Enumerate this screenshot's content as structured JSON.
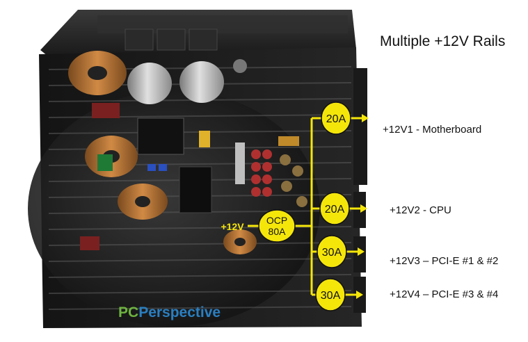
{
  "title": "Multiple +12V Rails",
  "source": {
    "label": "+12V"
  },
  "ocp": {
    "line1": "OCP",
    "line2": "80A"
  },
  "rails": [
    {
      "amps": "20A",
      "label": "+12V1 - Motherboard"
    },
    {
      "amps": "20A",
      "label": "+12V2 - CPU"
    },
    {
      "amps": "30A",
      "label": "+12V3 – PCI-E  #1 & #2"
    },
    {
      "amps": "30A",
      "label": "+12V4 – PCI-E  #3 & #4"
    }
  ],
  "brand": {
    "part1": "PC",
    "part2": "Perspective"
  },
  "colors": {
    "highlight": "#f5e60a",
    "annotation_line": "#f5e60a",
    "psu_body": "#1c1c1c",
    "brand_green": "#6db33f",
    "brand_blue": "#2a7fc1"
  }
}
